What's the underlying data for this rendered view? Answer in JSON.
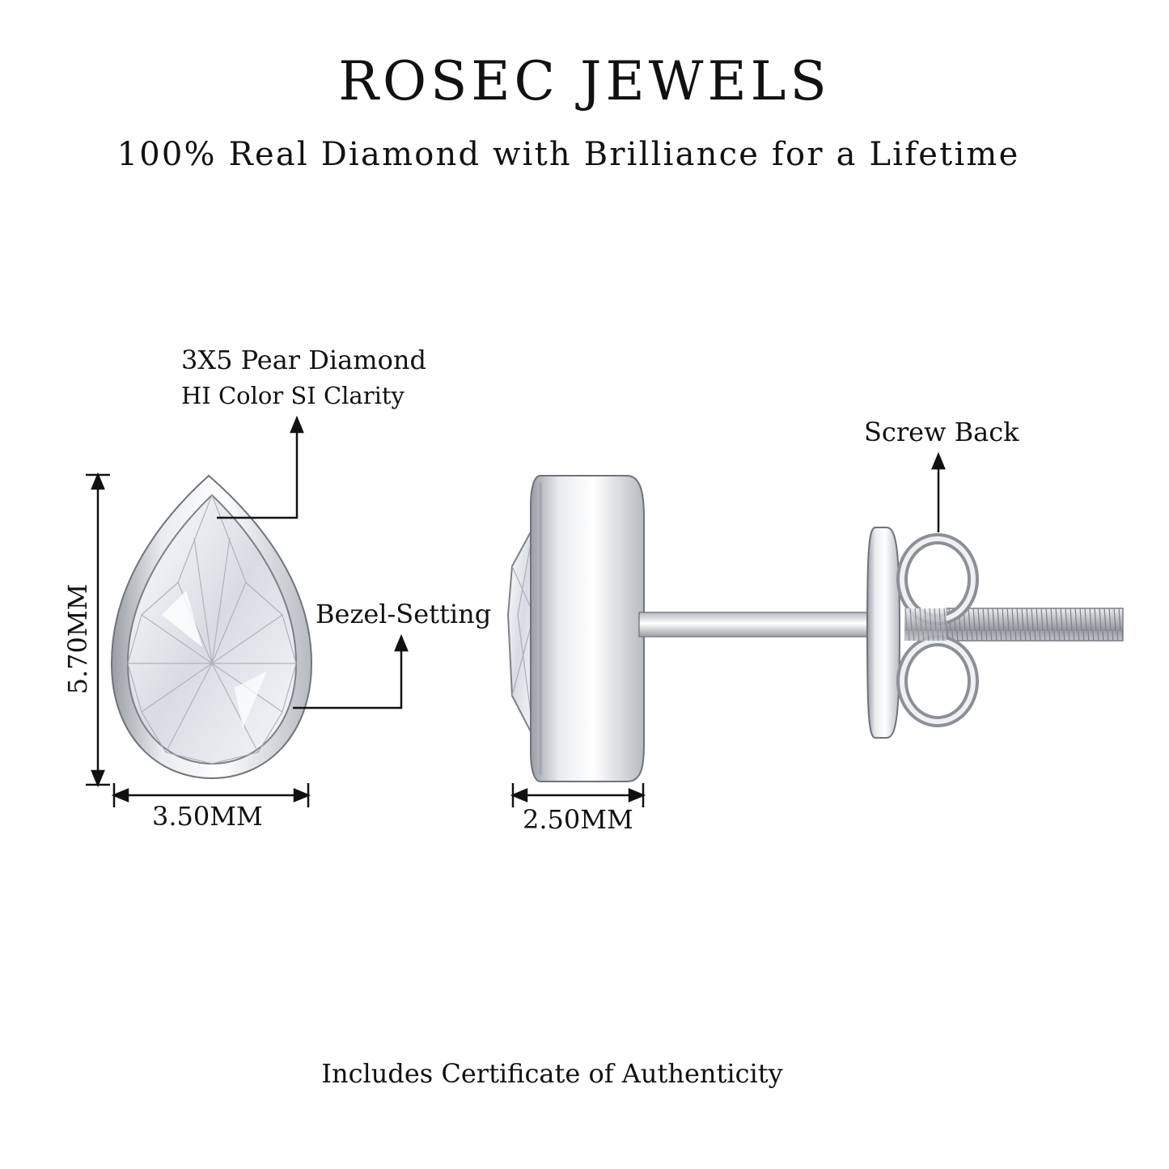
{
  "header": {
    "brand": "ROSEC JEWELS",
    "tagline": "100% Real Diamond with Brilliance for a Lifetime"
  },
  "labels": {
    "stone_line1": "3X5 Pear Diamond",
    "stone_line2": "HI Color SI Clarity",
    "bezel": "Bezel-Setting",
    "screw_back": "Screw Back"
  },
  "dimensions": {
    "height": "5.70MM",
    "width": "3.50MM",
    "depth": "2.50MM"
  },
  "footer": {
    "note": "Includes Certificate of Authenticity"
  },
  "colors": {
    "text": "#111111",
    "metal": "#c9ccd1",
    "metal_dark": "#8c9096",
    "metal_light": "#f4f5f7",
    "diamond": "#e6e9ee"
  }
}
